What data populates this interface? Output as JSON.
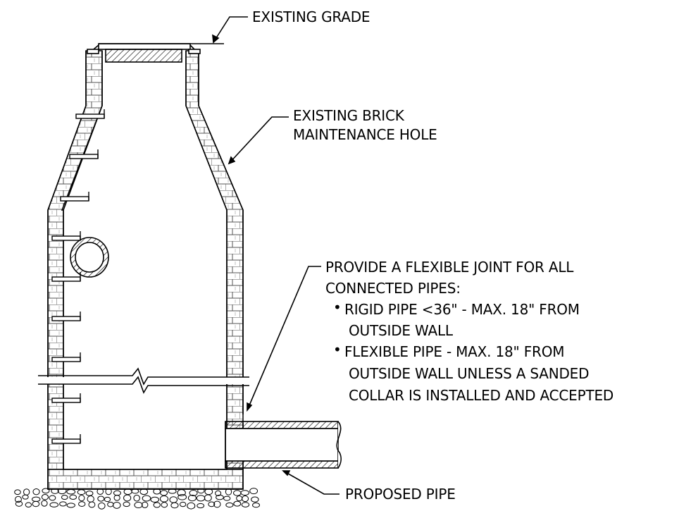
{
  "labels": {
    "grade": "EXISTING GRADE",
    "brick_1": "EXISTING BRICK",
    "brick_2": "MAINTENANCE HOLE",
    "joint_1": "PROVIDE A FLEXIBLE JOINT FOR ALL",
    "joint_2": "CONNECTED PIPES:",
    "rigid_1": "RIGID PIPE <36\" - MAX. 18\" FROM",
    "rigid_2": "OUTSIDE WALL",
    "flex_1": "FLEXIBLE PIPE - MAX. 18\" FROM",
    "flex_2": "OUTSIDE WALL UNLESS A SANDED",
    "flex_3": "COLLAR IS INSTALLED AND ACCEPTED",
    "pipe": "PROPOSED PIPE"
  },
  "colors": {
    "line": "#000000",
    "brick_fill": "#ffffff",
    "mortar": "#6b6b6b"
  }
}
